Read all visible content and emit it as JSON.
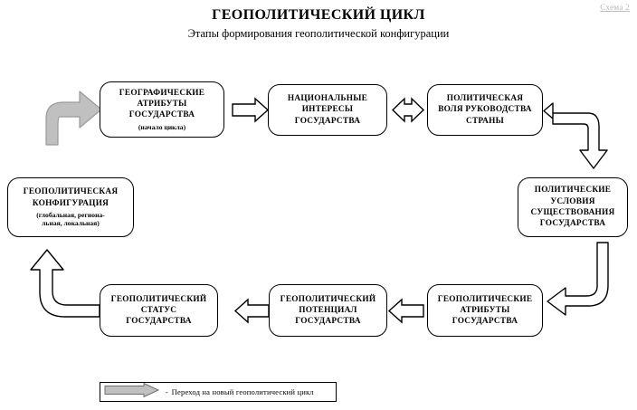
{
  "header": {
    "scheme_label": "Схема 2",
    "title": "ГЕОПОЛИТИЧЕСКИЙ ЦИКЛ",
    "subtitle": "Этапы формирования геополитической конфигурации"
  },
  "nodes": [
    {
      "id": "geographic-attributes",
      "main": "ГЕОГРАФИЧЕСКИЕ\nАТРИБУТЫ\nГОСУДАРСТВА",
      "sub": "(начало цикла)"
    },
    {
      "id": "national-interests",
      "main": "НАЦИОНАЛЬНЫЕ\nИНТЕРЕСЫ\nГОСУДАРСТВА",
      "sub": ""
    },
    {
      "id": "political-will",
      "main": "ПОЛИТИЧЕСКАЯ\nВОЛЯ РУКОВОДСТВА\nСТРАНЫ",
      "sub": ""
    },
    {
      "id": "political-conditions",
      "main": "ПОЛИТИЧЕСКИЕ\nУСЛОВИЯ\nСУЩЕСТВОВАНИЯ\nГОСУДАРСТВА",
      "sub": ""
    },
    {
      "id": "geopolitical-attributes",
      "main": "ГЕОПОЛИТИЧЕСКИЕ\nАТРИБУТЫ\nГОСУДАРСТВА",
      "sub": ""
    },
    {
      "id": "geopolitical-potential",
      "main": "ГЕОПОЛИТИЧЕСКИЙ\nПОТЕНЦИАЛ\nГОСУДАРСТВА",
      "sub": ""
    },
    {
      "id": "geopolitical-status",
      "main": "ГЕОПОЛИТИЧЕСКИЙ\nСТАТУС\nГОСУДАРСТВА",
      "sub": ""
    },
    {
      "id": "geopolitical-configuration",
      "main": "ГЕОПОЛИТИЧЕСКАЯ\nКОНФИГУРАЦИЯ",
      "sub": "(глобальная, регио­на-\nльная, локальная)"
    }
  ],
  "legend": {
    "dash": "-",
    "text": "Переход на новый геополитический цикл"
  },
  "colors": {
    "outline": "#000000",
    "gray_arrow_fill": "#c0c0c0",
    "gray_arrow_stroke": "#808080",
    "background": "#ffffff",
    "scheme_label": "#b9b9b9"
  }
}
